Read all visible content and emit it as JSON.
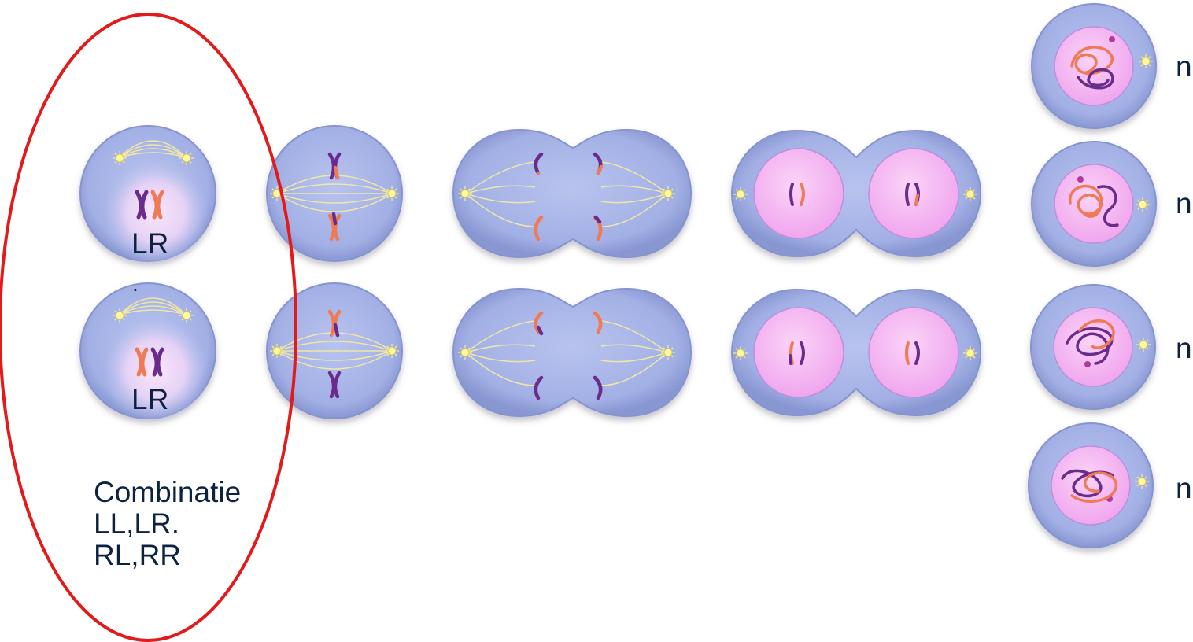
{
  "labels": {
    "cell_top": "LR",
    "cell_bottom": "LR",
    "stray_dot": ".",
    "combination_line1": "Combinatie",
    "combination_line2": "LL,LR.",
    "combination_line3": "RL,RR"
  },
  "haploid_labels": [
    "n",
    "n",
    "n",
    "n"
  ],
  "colors": {
    "cytoplasm": "#a4b1e6",
    "cell_edge": "#7e8cc9",
    "nucleus": "#f5b3f2",
    "chromosome_purple": "#6a2c8a",
    "chromosome_orange": "#f07a55",
    "spindle": "#efe7a8",
    "centrosome": "#fff7a0",
    "highlight_ellipse": "#e21a1a",
    "text": "#0d2240"
  }
}
